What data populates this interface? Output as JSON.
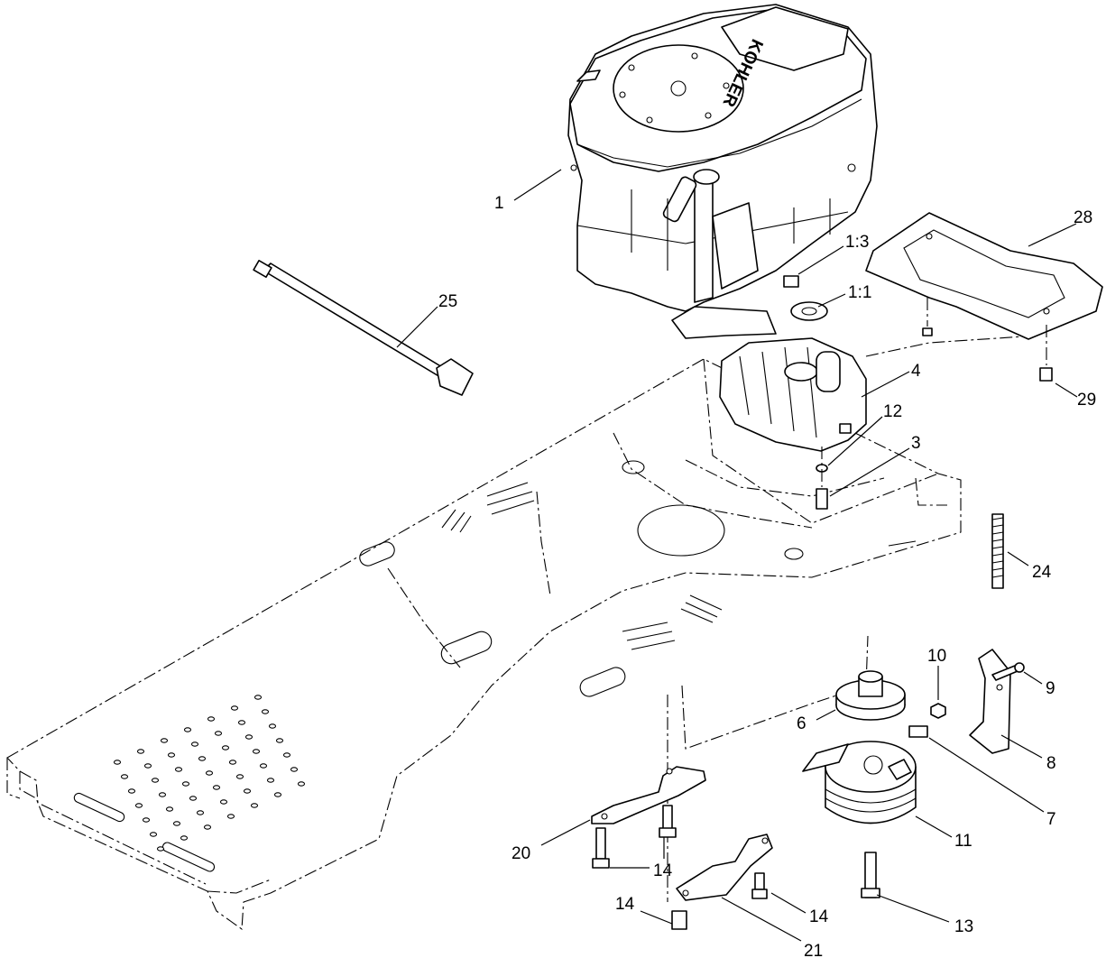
{
  "engine_brand": "KOHLER",
  "callouts": [
    {
      "id": "c1",
      "label": "1"
    },
    {
      "id": "c28",
      "label": "28"
    },
    {
      "id": "c1-3",
      "label": "1:3"
    },
    {
      "id": "c1-1",
      "label": "1:1"
    },
    {
      "id": "c25",
      "label": "25"
    },
    {
      "id": "c4",
      "label": "4"
    },
    {
      "id": "c29",
      "label": "29"
    },
    {
      "id": "c12",
      "label": "12"
    },
    {
      "id": "c3",
      "label": "3"
    },
    {
      "id": "c24",
      "label": "24"
    },
    {
      "id": "c10",
      "label": "10"
    },
    {
      "id": "c9",
      "label": "9"
    },
    {
      "id": "c6",
      "label": "6"
    },
    {
      "id": "c8",
      "label": "8"
    },
    {
      "id": "c7",
      "label": "7"
    },
    {
      "id": "c11",
      "label": "11"
    },
    {
      "id": "c20",
      "label": "20"
    },
    {
      "id": "c14a",
      "label": "14"
    },
    {
      "id": "c14b",
      "label": "14"
    },
    {
      "id": "c14c",
      "label": "14"
    },
    {
      "id": "c13",
      "label": "13"
    },
    {
      "id": "c21",
      "label": "21"
    }
  ]
}
